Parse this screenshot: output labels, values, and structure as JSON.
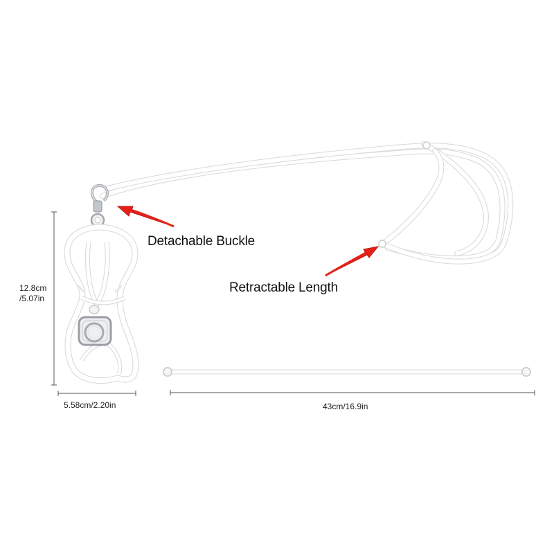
{
  "callouts": {
    "buckle": "Detachable Buckle",
    "length": "Retractable Length"
  },
  "dimensions": {
    "holder_height_cm": "12.8cm",
    "holder_height_in": "/5.07in",
    "holder_width": "5.58cm/2.20in",
    "strap_length": "43cm/16.9in"
  },
  "colors": {
    "strap": "#ffffff",
    "strap_outline": "#d9d9d9",
    "arrow": "#e32119",
    "dimension_line": "#555555",
    "metal": "#b9bcc2"
  }
}
